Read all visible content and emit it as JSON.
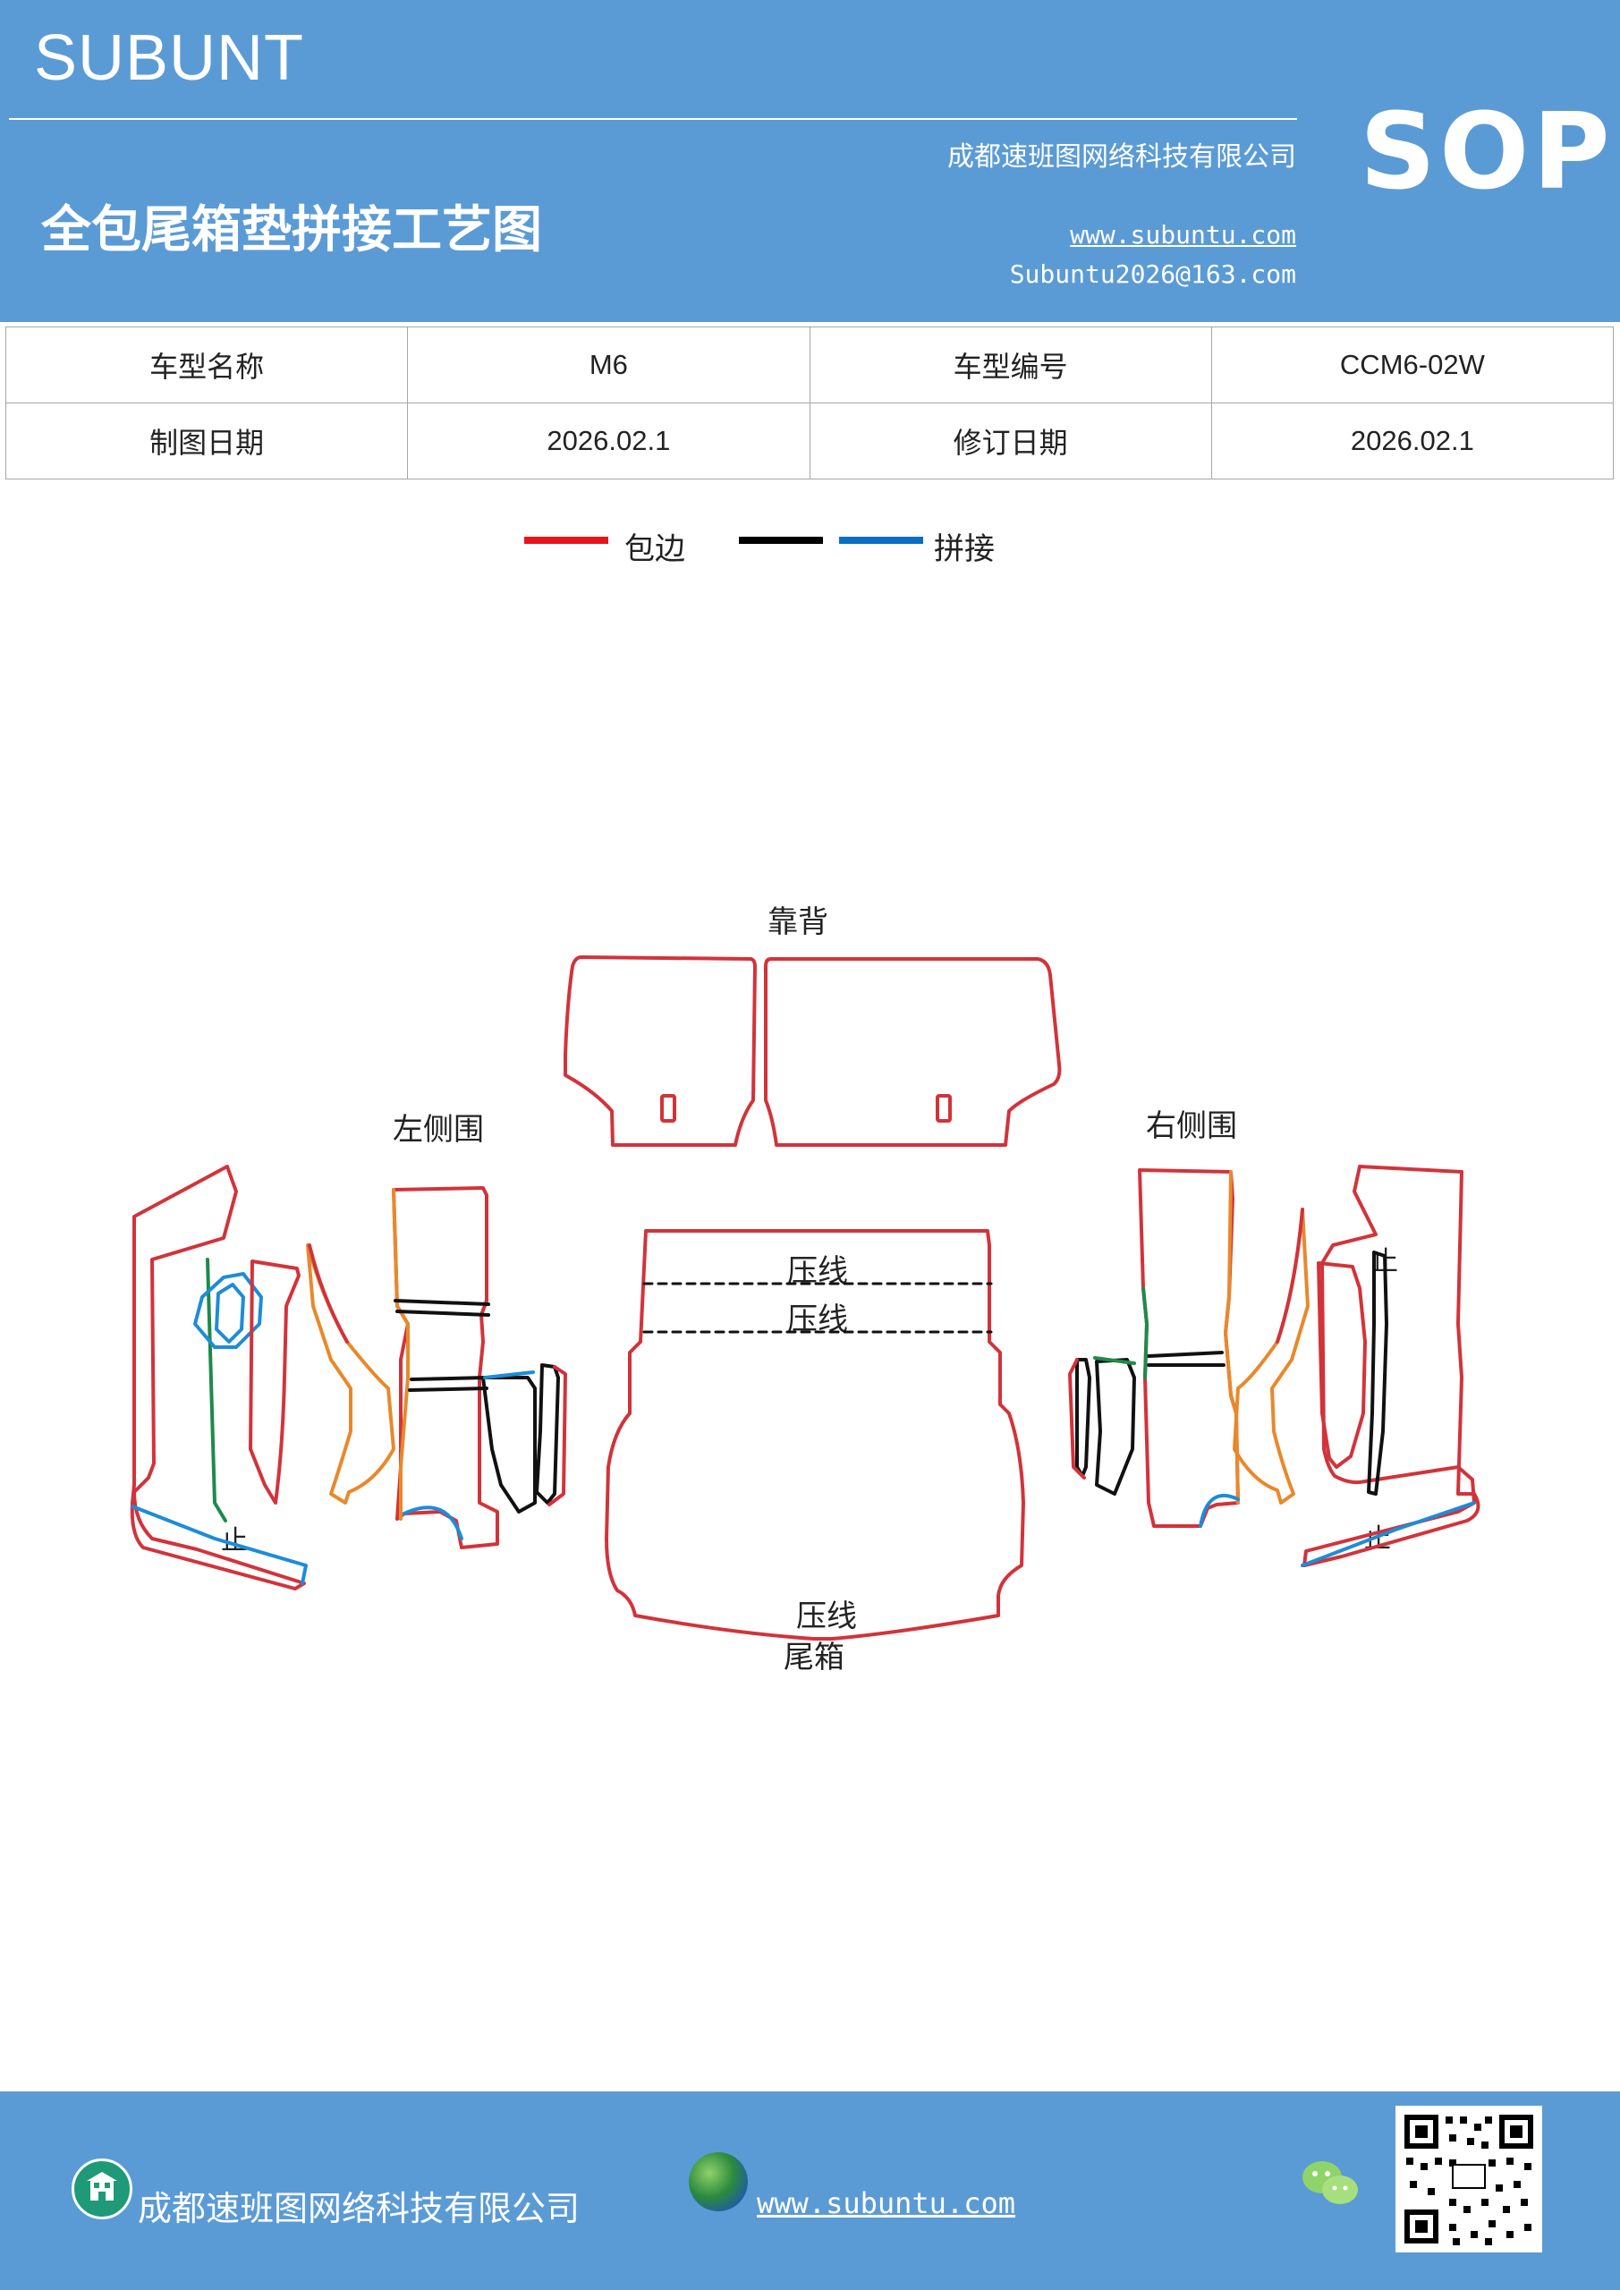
{
  "header": {
    "brand": "SUBUNT",
    "company": "成都速班图网络科技有限公司",
    "title": "全包尾箱垫拼接工艺图",
    "website": "www.subuntu.com",
    "email": "Subuntu2026@163.com",
    "sop": "SOP"
  },
  "info_table": {
    "rows": [
      [
        {
          "text": "车型名称"
        },
        {
          "text": "M6"
        },
        {
          "text": "车型编号"
        },
        {
          "text": "CCM6-02W"
        }
      ],
      [
        {
          "text": "制图日期"
        },
        {
          "text": "2026.02.1"
        },
        {
          "text": "修订日期"
        },
        {
          "text": "2026.02.1"
        }
      ]
    ]
  },
  "legend": {
    "items": [
      {
        "label": "包边",
        "color": "#e8141b"
      },
      {
        "label": "",
        "color": "#000000"
      },
      {
        "label": "拼接",
        "color": "#0a6fc4"
      }
    ]
  },
  "diagram": {
    "labels": {
      "backrest": "靠背",
      "left_side": "左侧围",
      "right_side": "右侧围",
      "press_line_1": "压线",
      "press_line_2": "压线",
      "press_line_3": "压线",
      "trunk": "尾箱",
      "stop_1": "止",
      "stop_2": "止",
      "stop_3": "止"
    },
    "colors": {
      "edge": "#d2333a",
      "orange": "#e8892b",
      "green": "#1e8a4a",
      "blue": "#1d8cd8",
      "black": "#111111"
    }
  },
  "footer": {
    "company": "成都速班图网络科技有限公司",
    "website": "www.subuntu.com",
    "icons": [
      "building-icon",
      "globe-icon",
      "wechat-icon",
      "qr-code"
    ]
  }
}
